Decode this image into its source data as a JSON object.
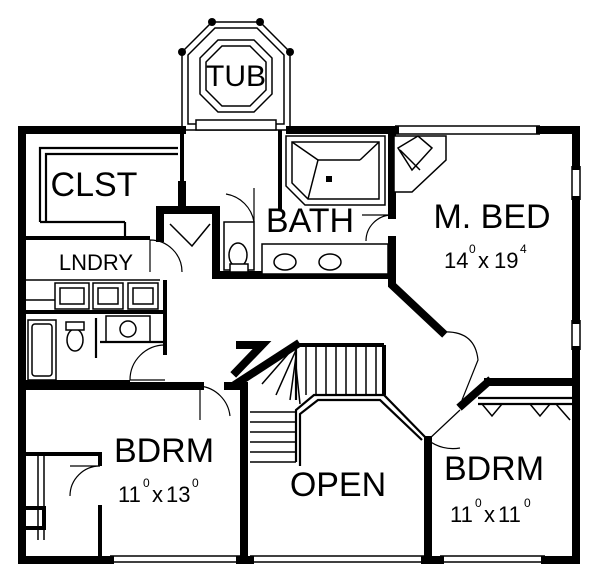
{
  "rooms": {
    "tub": {
      "label": "TUB"
    },
    "clst": {
      "label": "CLST"
    },
    "bath": {
      "label": "BATH"
    },
    "mbed": {
      "label": "M. BED",
      "dim_w": "14",
      "dim_w_sup": "0",
      "dim_x": "x",
      "dim_h": "19",
      "dim_h_sup": "4"
    },
    "lndry": {
      "label": "LNDRY"
    },
    "bdrm1": {
      "label": "BDRM",
      "dim_w": "11",
      "dim_w_sup": "0",
      "dim_x": "x",
      "dim_h": "13",
      "dim_h_sup": "0"
    },
    "open": {
      "label": "OPEN"
    },
    "bdrm2": {
      "label": "BDRM",
      "dim_w": "11",
      "dim_w_sup": "0",
      "dim_x": "x",
      "dim_h": "11",
      "dim_h_sup": "0"
    }
  }
}
